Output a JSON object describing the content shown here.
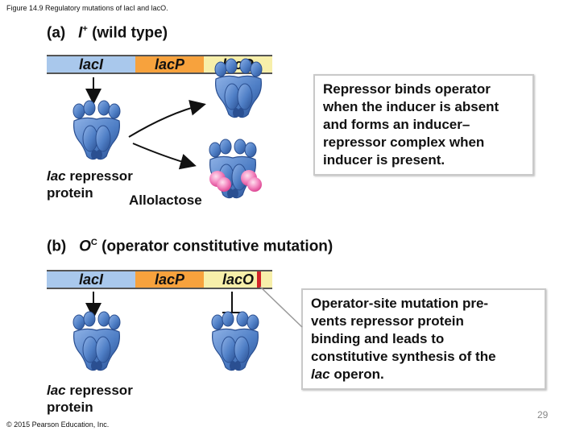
{
  "caption": "Figure 14.9 Regulatory mutations of lacI and lacO.",
  "panel_a": {
    "letter": "(a)",
    "title_italic": "I",
    "title_sup": "+",
    "title_rest": "(wild type)",
    "genes": [
      "lacI",
      "lacP",
      "lacO"
    ],
    "callout": [
      "Repressor binds operator",
      "when the inducer is absent",
      "and forms an inducer–",
      "repressor complex when",
      "inducer is present."
    ],
    "repressor_label_italic": "lac",
    "repressor_label_rest": "repressor",
    "repressor_label_line2": "protein",
    "inducer_label": "Allolactose"
  },
  "panel_b": {
    "letter": "(b)",
    "title_italic": "O",
    "title_sup": "C",
    "title_rest": "(operator constitutive mutation)",
    "genes": [
      "lacI",
      "lacP",
      "lacO"
    ],
    "callout": [
      "Operator-site mutation pre-",
      "vents repressor protein",
      "binding and leads to",
      "constitutive synthesis of the"
    ],
    "callout_last_italic": "lac",
    "callout_last_rest": "operon.",
    "repressor_label_italic": "lac",
    "repressor_label_rest": "repressor",
    "repressor_label_line2": "protein"
  },
  "footer": "© 2015 Pearson Education, Inc.",
  "page_number": "29",
  "colors": {
    "lacI": "#a9c8ec",
    "lacP": "#f7a23d",
    "lacO": "#f7efaa",
    "mutation": "#d2232a",
    "repressor": "#4f7fc6",
    "repressor_dark": "#2a4f91",
    "allolactose": "#ef5aa4"
  }
}
